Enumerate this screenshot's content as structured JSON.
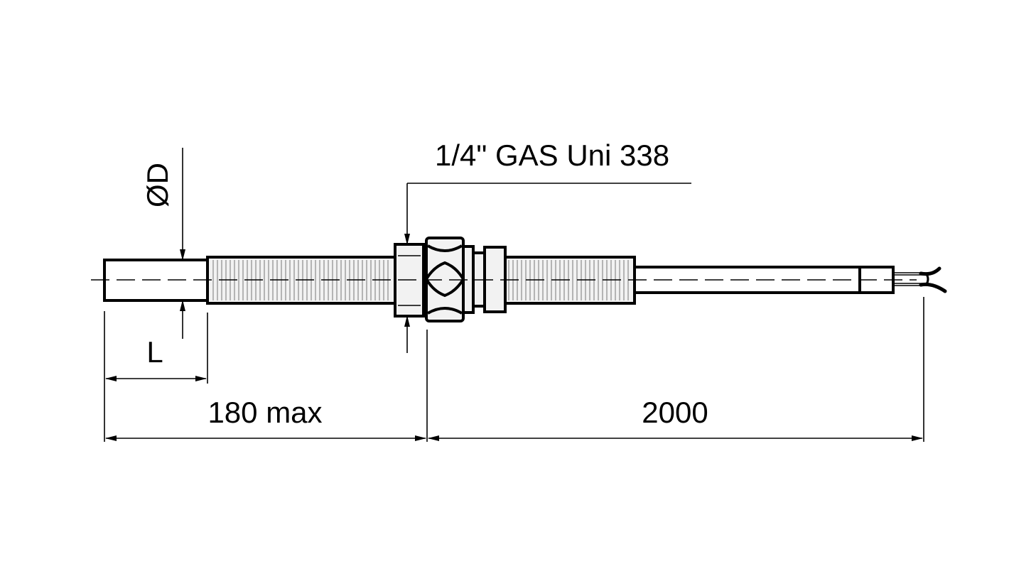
{
  "labels": {
    "diameter": "ØD",
    "thread_spec": "1/4\" GAS Uni 338",
    "length_l": "L",
    "length_max": "180 max",
    "cable_length": "2000"
  },
  "colors": {
    "line": "#000000",
    "body_fill": "#f2f2f2",
    "thread_hatch": "#777777",
    "background": "#ffffff"
  }
}
